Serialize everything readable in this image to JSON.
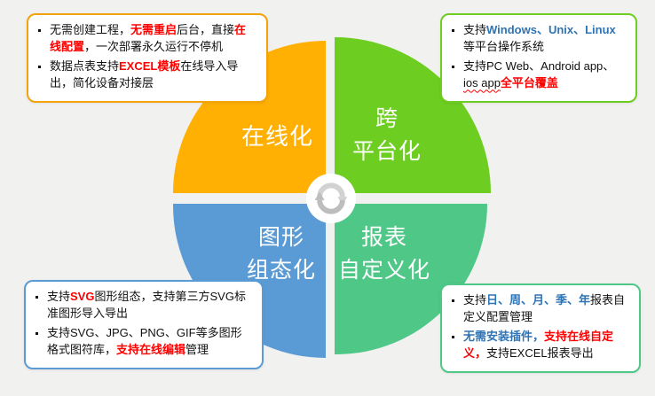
{
  "colors": {
    "background": "#F1F1F0",
    "quadrant_online": "#FFB002",
    "quadrant_cross_platform": "#6DCE21",
    "quadrant_graphic": "#5B9BD5",
    "quadrant_report": "#4FC787",
    "callout_border_online": "#F2A30A",
    "callout_border_cross_platform": "#6DCE21",
    "callout_border_graphic": "#5B9BD5",
    "callout_border_report": "#4FC787",
    "emphasis_red": "#FF0000",
    "emphasis_blue": "#2E74B5"
  },
  "diagram": {
    "center_icon": "sync-cycle-arrows",
    "quadrants": {
      "online": {
        "label": "在线化"
      },
      "cross_platform": {
        "lines": [
          "跨",
          "平台化"
        ]
      },
      "graphic": {
        "lines": [
          "图形",
          "组态化"
        ]
      },
      "report": {
        "lines": [
          "报表",
          "自定义化"
        ]
      }
    }
  },
  "callouts": {
    "top_left": {
      "items": [
        {
          "segments": [
            {
              "t": "无需创建工程，"
            },
            {
              "t": "无需重启",
              "s": "red"
            },
            {
              "t": "后台，直接"
            },
            {
              "t": "在线配置",
              "s": "red"
            },
            {
              "t": "，一次部署永久运行不停机"
            }
          ]
        },
        {
          "segments": [
            {
              "t": "数据点表支持"
            },
            {
              "t": "EXCEL模板",
              "s": "red"
            },
            {
              "t": "在线导入导出，简化设备对接层"
            }
          ]
        }
      ]
    },
    "top_right": {
      "items": [
        {
          "segments": [
            {
              "t": "支持"
            },
            {
              "t": "Windows、Unix、Linux",
              "s": "blue"
            },
            {
              "t": "等平台操作系统"
            }
          ]
        },
        {
          "segments": [
            {
              "t": "支持PC Web、Android app、"
            },
            {
              "t": "ios app",
              "s": "squiggle"
            },
            {
              "t": "全平台覆盖",
              "s": "red"
            }
          ]
        }
      ]
    },
    "bottom_left": {
      "items": [
        {
          "segments": [
            {
              "t": "支持"
            },
            {
              "t": "SVG",
              "s": "red"
            },
            {
              "t": "图形组态，支持第三方SVG标准图形导入导出"
            }
          ]
        },
        {
          "segments": [
            {
              "t": "支持SVG、JPG、PNG、GIF等多图形格式图符库，"
            },
            {
              "t": "支持在线编辑",
              "s": "red"
            },
            {
              "t": "管理"
            }
          ]
        }
      ]
    },
    "bottom_right": {
      "items": [
        {
          "segments": [
            {
              "t": "支持"
            },
            {
              "t": "日、周、月、季、年",
              "s": "blue"
            },
            {
              "t": "报表自定义配置管理"
            }
          ]
        },
        {
          "segments": [
            {
              "t": "无需安装插件，",
              "s": "blue"
            },
            {
              "t": "支持在线自定义，",
              "s": "red"
            },
            {
              "t": "支持EXCEL报表导出"
            }
          ]
        }
      ]
    }
  }
}
